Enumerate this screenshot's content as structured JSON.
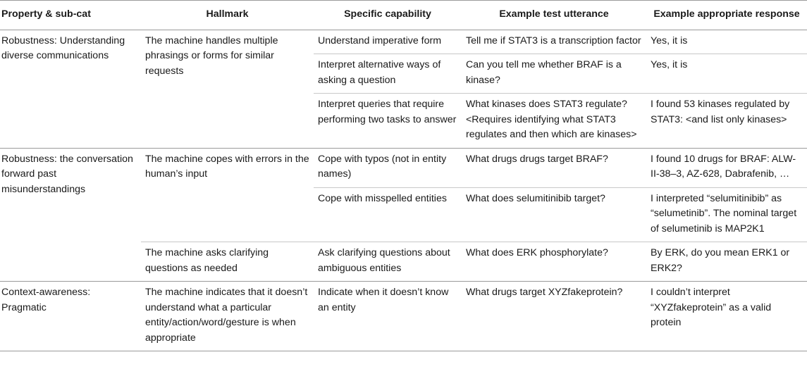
{
  "table": {
    "headers": [
      "Property & sub-cat",
      "Hallmark",
      "Specific capability",
      "Example test utterance",
      "Example appropriate response"
    ],
    "groups": [
      {
        "property": "Robustness: Understanding diverse communications",
        "hallmarks": [
          {
            "text": "The machine handles multiple phrasings or forms for similar requests",
            "rows": [
              {
                "capability": "Understand imperative form",
                "utterance": "Tell me if STAT3 is a transcription factor",
                "response": "Yes, it is"
              },
              {
                "capability": "Interpret alternative ways of asking a question",
                "utterance": "Can you tell me whether BRAF is a kinase?",
                "response": "Yes, it is"
              },
              {
                "capability": "Interpret queries that require performing two tasks to answer",
                "utterance": "What kinases does STAT3 regulate? <Requires identifying what STAT3 regulates and then which are kinases>",
                "response": "I found 53 kinases regulated by STAT3: <and list only kinases>"
              }
            ]
          }
        ]
      },
      {
        "property": "Robustness: the conversation forward past misunderstandings",
        "hallmarks": [
          {
            "text": "The machine copes with errors in the human’s input",
            "rows": [
              {
                "capability": "Cope with typos (not in entity names)",
                "utterance": "What drugs drugs target BRAF?",
                "response": "I found 10 drugs for BRAF: ALW-II-38–3, AZ-628, Dabrafenib, …"
              },
              {
                "capability": "Cope with misspelled entities",
                "utterance": "What does selumitinibib target?",
                "response": "I interpreted “selumitinibib” as “selumetinib”. The nominal target of selumetinib is MAP2K1"
              }
            ]
          },
          {
            "text": "The machine asks clarifying questions as needed",
            "rows": [
              {
                "capability": "Ask clarifying questions about ambiguous entities",
                "utterance": "What does ERK phosphorylate?",
                "response": "By ERK, do you mean ERK1 or ERK2?"
              }
            ]
          }
        ]
      },
      {
        "property": "Context-awareness: Pragmatic",
        "hallmarks": [
          {
            "text": "The machine indicates that it doesn’t understand what a particular entity/action/word/gesture is when appropriate",
            "rows": [
              {
                "capability": "Indicate when it doesn’t know an entity",
                "utterance": "What drugs target XYZfakeprotein?",
                "response": "I couldn’t interpret “XYZfakeprotein” as a valid protein"
              }
            ]
          }
        ]
      }
    ]
  }
}
